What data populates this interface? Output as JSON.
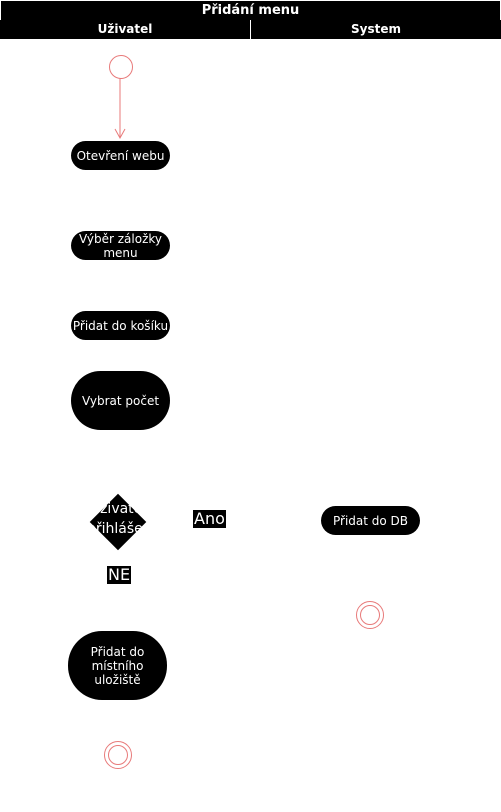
{
  "diagram": {
    "title": "Přidání menu",
    "lanes": [
      {
        "name": "Uživatel"
      },
      {
        "name": "System"
      }
    ],
    "nodes": {
      "open_web": "Otevření webu",
      "select_tab": "Výběr záložky menu",
      "add_to_cart": "Přidat do košíku",
      "choose_count": "Vybrat počet",
      "decision": "Uživatel přihlášen",
      "add_local": "Přidat do místního uložiště",
      "add_db": "Přidat do DB"
    },
    "edge_labels": {
      "yes": "Ano",
      "no": "NE"
    },
    "colors": {
      "lane_header_bg": "#000000",
      "node_fill": "#000000",
      "node_text": "#ffffff",
      "start_end_stroke": "#e87a7a"
    }
  }
}
